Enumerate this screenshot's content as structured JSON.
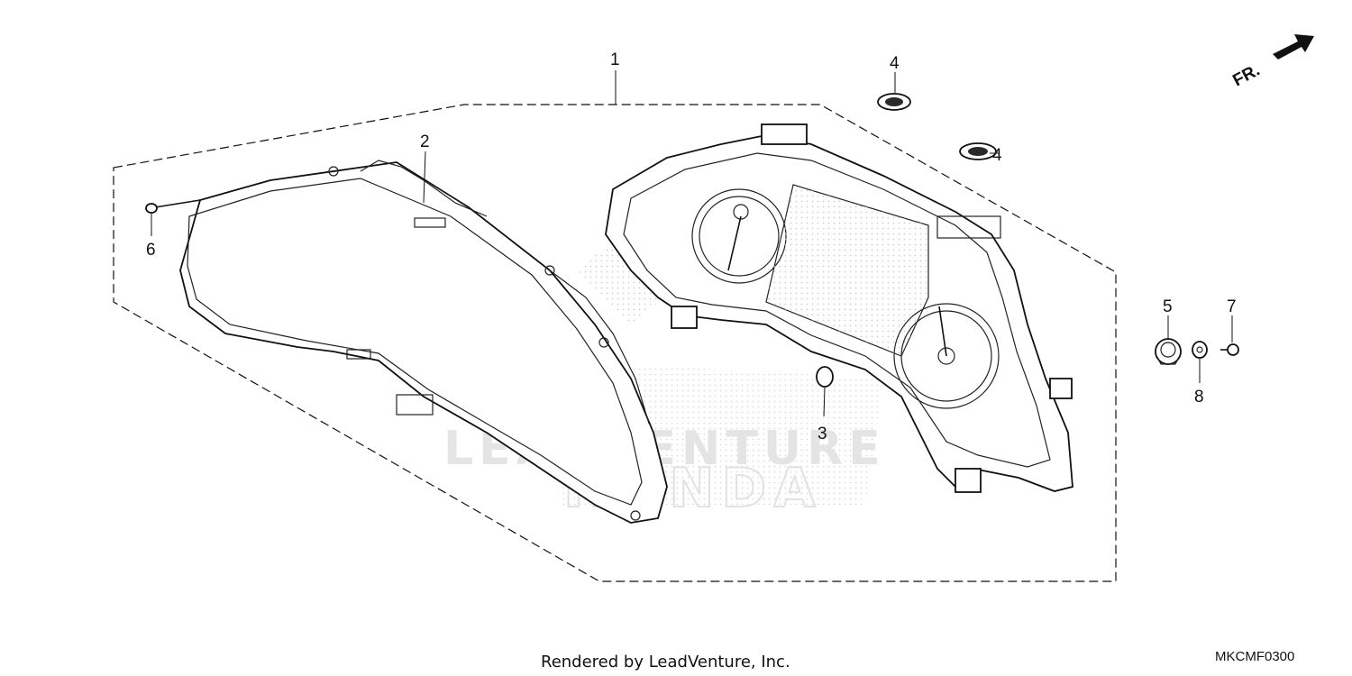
{
  "diagram": {
    "callouts": [
      "1",
      "2",
      "3",
      "4",
      "4",
      "5",
      "6",
      "7",
      "8"
    ],
    "direction_label": "FR.",
    "watermark": {
      "text": "LEADVENTURE",
      "brand": "HONDA"
    },
    "footer": {
      "rendered_by": "Rendered by LeadVenture, Inc.",
      "diagram_code": "MKCMF0300"
    }
  }
}
